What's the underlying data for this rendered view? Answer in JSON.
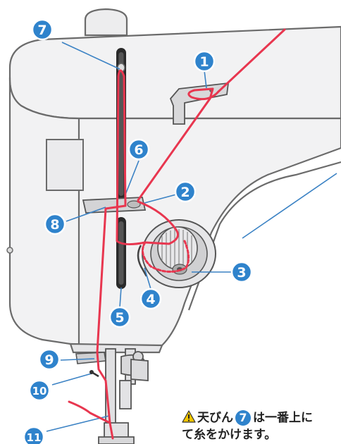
{
  "colors": {
    "badge": "#2f83cc",
    "badge_ring": "#ffffff",
    "thread": "#e8364f",
    "leader": "#3b82c4",
    "machine_outline": "#6b6b6b",
    "machine_fill": "#f2f2f3",
    "warning": "#f2c500"
  },
  "callouts": [
    {
      "label": "1",
      "target": "upper-thread-guide"
    },
    {
      "label": "2",
      "target": "tension-guide"
    },
    {
      "label": "3",
      "target": "tension-dial"
    },
    {
      "label": "4",
      "target": "check-spring"
    },
    {
      "label": "5",
      "target": "lower-slot"
    },
    {
      "label": "6",
      "target": "upper-slot"
    },
    {
      "label": "7",
      "target": "take-up-lever"
    },
    {
      "label": "8",
      "target": "guide-plate"
    },
    {
      "label": "9",
      "target": "needle-bar-guide"
    },
    {
      "label": "10",
      "target": "needle-clamp-guide"
    },
    {
      "label": "11",
      "target": "needle-eye"
    }
  ],
  "note": {
    "icon": "warning-icon",
    "line1_before": "天びん",
    "badge": "7",
    "line1_after": "は一番上に",
    "line2": "て糸をかけます。"
  }
}
